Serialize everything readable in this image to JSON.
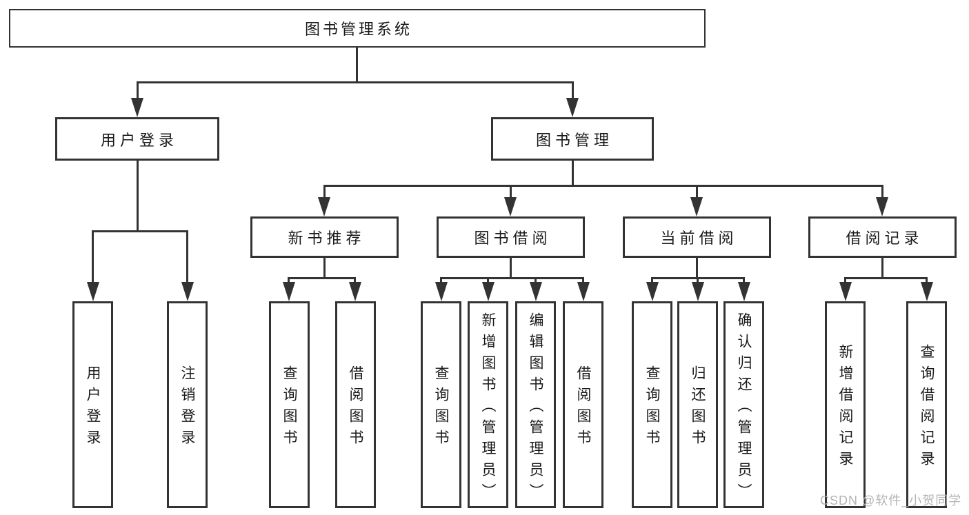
{
  "diagram": {
    "type": "tree",
    "root": {
      "label": "图书管理系统"
    },
    "level2": [
      {
        "id": "user-login",
        "label": "用户登录"
      },
      {
        "id": "book-management",
        "label": "图书管理"
      }
    ],
    "level3": [
      {
        "id": "new-book-recommend",
        "label": "新书推荐",
        "parent": "book-management"
      },
      {
        "id": "book-borrowing",
        "label": "图书借阅",
        "parent": "book-management"
      },
      {
        "id": "current-borrowing",
        "label": "当前借阅",
        "parent": "book-management"
      },
      {
        "id": "borrowing-records",
        "label": "借阅记录",
        "parent": "book-management"
      }
    ],
    "leaves": {
      "user_login": [
        "用户登录",
        "注销登录"
      ],
      "new_book_recommend": [
        "查询图书",
        "借阅图书"
      ],
      "book_borrowing": [
        "查询图书",
        "新增图书（管理员）",
        "编辑图书（管理员）",
        "借阅图书"
      ],
      "current_borrowing": [
        "查询图书",
        "归还图书",
        "确认归还（管理员）"
      ],
      "borrowing_records": [
        "新增借阅记录",
        "查询借阅记录"
      ]
    },
    "watermark": "CSDN @软件_小贺同学",
    "colors": {
      "line": "#333333",
      "text": "#1a1a1a",
      "watermark": "#b4b4b4",
      "background": "#ffffff"
    }
  }
}
